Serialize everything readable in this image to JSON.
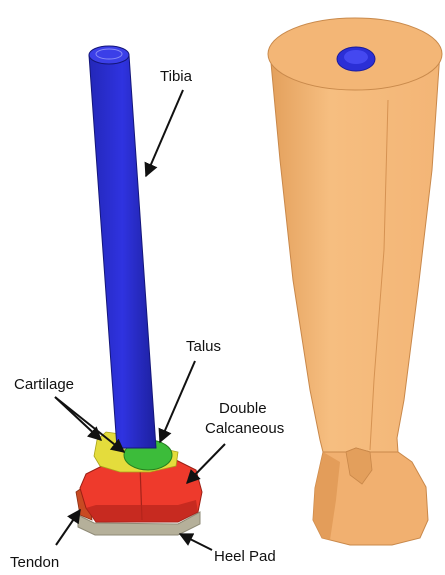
{
  "labels": {
    "tibia": "Tibia",
    "talus": "Talus",
    "cartilage": "Cartilage",
    "double_calcaneous_line1": "Double",
    "double_calcaneous_line2": "Calcaneous",
    "tendon": "Tendon",
    "heel_pad": "Heel Pad"
  },
  "colors": {
    "tibia": "#2b2fd6",
    "tibia_shade": "#1a1c9a",
    "talus": "#3cbc3a",
    "cartilage": "#e4dc3c",
    "calcaneus": "#ee3a2c",
    "calcaneus_shade": "#b9261c",
    "heel_pad": "#b5b09a",
    "tendon": "#c84a22",
    "skin": "#f4b674",
    "skin_shade": "#d8934e",
    "skin_top": "#f0b472",
    "arrow": "#111111"
  }
}
